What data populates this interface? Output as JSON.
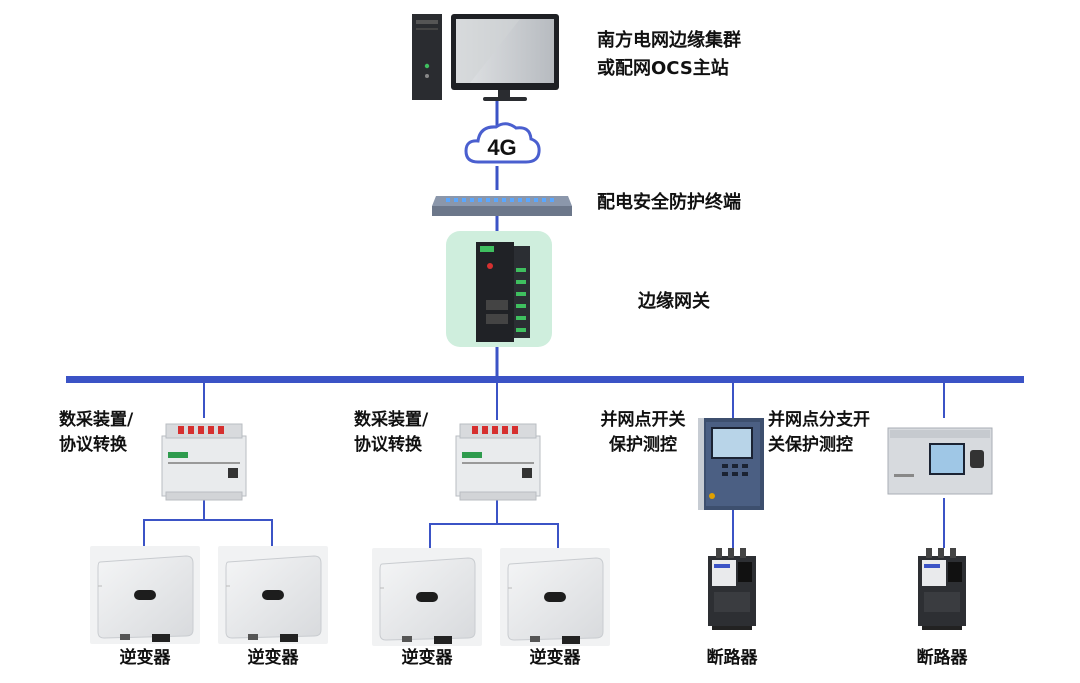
{
  "nodes": {
    "master_station": {
      "line1": "南方电网边缘集群",
      "line2": "或配网OCS主站"
    },
    "network": {
      "label": "4G"
    },
    "security_terminal": {
      "label": "配电安全防护终端"
    },
    "edge_gateway": {
      "label": "边缘网关"
    },
    "collector_1": {
      "line1": "数采装置/",
      "line2": "协议转换"
    },
    "collector_2": {
      "line1": "数采装置/",
      "line2": "协议转换"
    },
    "grid_switch_protection": {
      "line1": "并网点开关",
      "line2": "保护测控"
    },
    "branch_switch_protection": {
      "line1": "并网点分支开",
      "line2": "关保护测控"
    },
    "inverters": [
      "逆变器",
      "逆变器",
      "逆变器",
      "逆变器"
    ],
    "breakers": [
      "断路器",
      "断路器"
    ]
  },
  "colors": {
    "bus": "#3b53c6",
    "line": "#3b53c6",
    "cloud_stroke": "#4a5fcf",
    "gateway_glow": "#cfeedd"
  }
}
